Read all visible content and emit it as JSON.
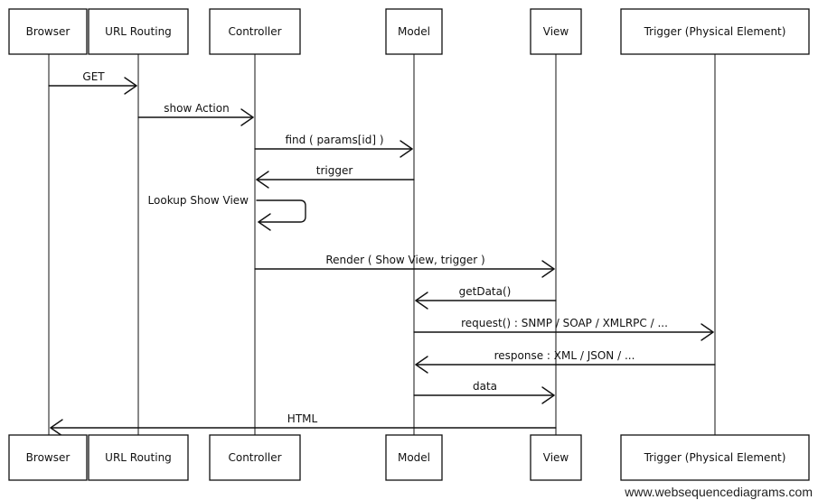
{
  "participants": [
    {
      "id": "browser",
      "label": "Browser"
    },
    {
      "id": "routing",
      "label": "URL Routing"
    },
    {
      "id": "controller",
      "label": "Controller"
    },
    {
      "id": "model",
      "label": "Model"
    },
    {
      "id": "view",
      "label": "View"
    },
    {
      "id": "trigger",
      "label": "Trigger (Physical Element)"
    }
  ],
  "messages": [
    {
      "from": "browser",
      "to": "routing",
      "label": "GET"
    },
    {
      "from": "routing",
      "to": "controller",
      "label": "show Action"
    },
    {
      "from": "controller",
      "to": "model",
      "label": "find ( params[id] )"
    },
    {
      "from": "model",
      "to": "controller",
      "label": "trigger"
    },
    {
      "from": "controller",
      "to": "controller",
      "label": "Lookup Show View"
    },
    {
      "from": "controller",
      "to": "view",
      "label": "Render ( Show View, trigger )"
    },
    {
      "from": "view",
      "to": "model",
      "label": "getData()"
    },
    {
      "from": "model",
      "to": "trigger",
      "label": "request() : SNMP / SOAP / XMLRPC / ..."
    },
    {
      "from": "trigger",
      "to": "model",
      "label": "response : XML / JSON / ..."
    },
    {
      "from": "model",
      "to": "view",
      "label": "data"
    },
    {
      "from": "view",
      "to": "browser",
      "label": "HTML"
    }
  ],
  "watermark": "www.websequencediagrams.com",
  "colors": {
    "ink": "#111111",
    "background": "#ffffff"
  }
}
